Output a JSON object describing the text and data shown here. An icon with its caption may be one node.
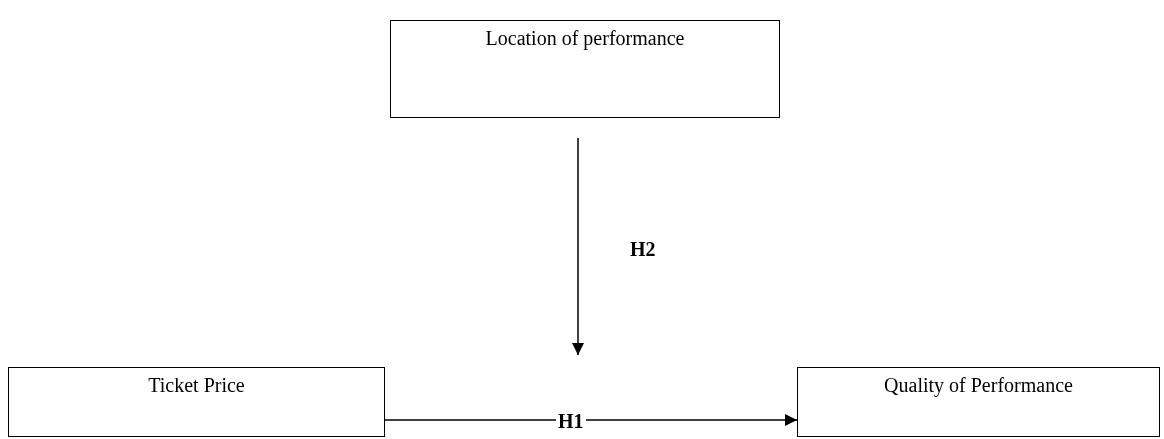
{
  "diagram": {
    "nodes": [
      {
        "text": [
          "Location of performance"
        ]
      },
      {
        "text": [
          "Ticket Price"
        ]
      },
      {
        "text": [
          "Quality of Performance"
        ]
      }
    ],
    "edges": [
      {
        "from": 1,
        "to": 2,
        "arrow": "to",
        "label": "H1"
      },
      {
        "from": 0,
        "to": null,
        "arrow": "to",
        "label": "H2"
      }
    ]
  }
}
